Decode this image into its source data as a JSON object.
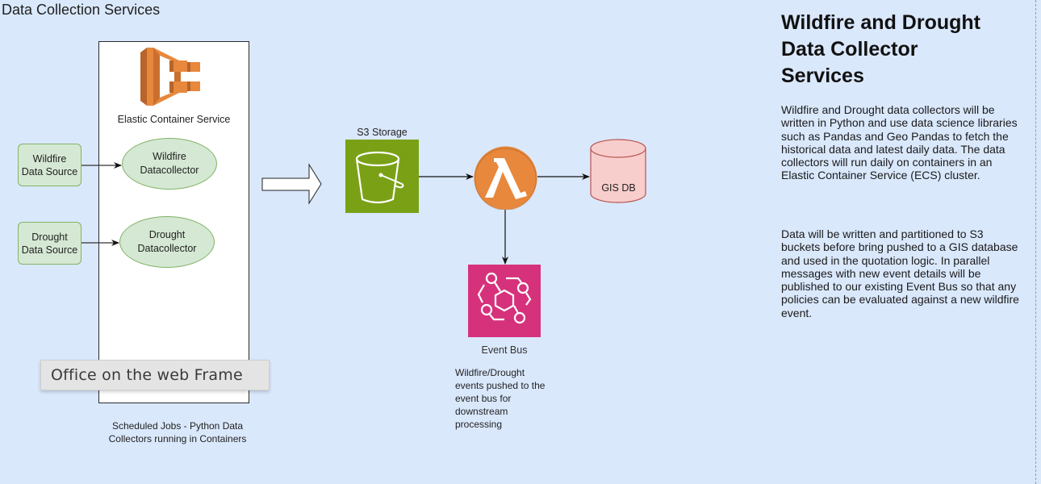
{
  "diagram": {
    "title": "Data Collection Services",
    "ecs": {
      "label": "Elastic Container Service",
      "icon": "ecs-icon",
      "caption": "Scheduled Jobs - Python Data Collectors running in Containers",
      "caption_line1": "Scheduled Jobs - Python Data",
      "caption_line2": "Collectors running in Containers"
    },
    "sources": [
      {
        "line1": "Wildfire",
        "line2": "Data Source"
      },
      {
        "line1": "Drought",
        "line2": "Data Source"
      }
    ],
    "collectors": [
      {
        "line1": "Wildfire",
        "line2": "Datacollector"
      },
      {
        "line1": "Drought",
        "line2": "Datacollector"
      }
    ],
    "s3": {
      "label": "S3 Storage",
      "icon": "bucket-icon"
    },
    "lambda": {
      "icon": "lambda-icon"
    },
    "gis_db": {
      "label": "GIS DB",
      "icon": "database-icon"
    },
    "event_bus": {
      "label": "Event Bus",
      "icon": "eventbridge-icon",
      "note_lines": [
        "Wildfire/Drought",
        "events pushed to the",
        "event bus for",
        "downstream",
        "processing"
      ]
    },
    "colors": {
      "background": "#dae8fc",
      "green_fill": "#d5e8d4",
      "green_stroke": "#82b366",
      "aws_orange": "#e7883d",
      "s3_green": "#7aa116",
      "eventbus_pink": "#d6327c",
      "db_fill": "#f8cecc",
      "db_stroke": "#b85450"
    }
  },
  "tooltip": {
    "text": "Office on the web Frame"
  },
  "side_panel": {
    "title_lines": [
      "Wildfire and Drought",
      "Data Collector",
      "Services"
    ],
    "paragraph1": "Wildfire and Drought data collectors will be written in Python and use data science libraries such as Pandas and Geo Pandas to fetch the historical data and latest daily data.  The data collectors will run daily on containers in an Elastic Container Service (ECS) cluster.",
    "paragraph2": "Data will be written and partitioned to S3 buckets before bring pushed to a GIS database and used in the quotation logic. In parallel messages with new event details will be published to our existing Event Bus so that any policies can be evaluated against a new wildfire event."
  }
}
